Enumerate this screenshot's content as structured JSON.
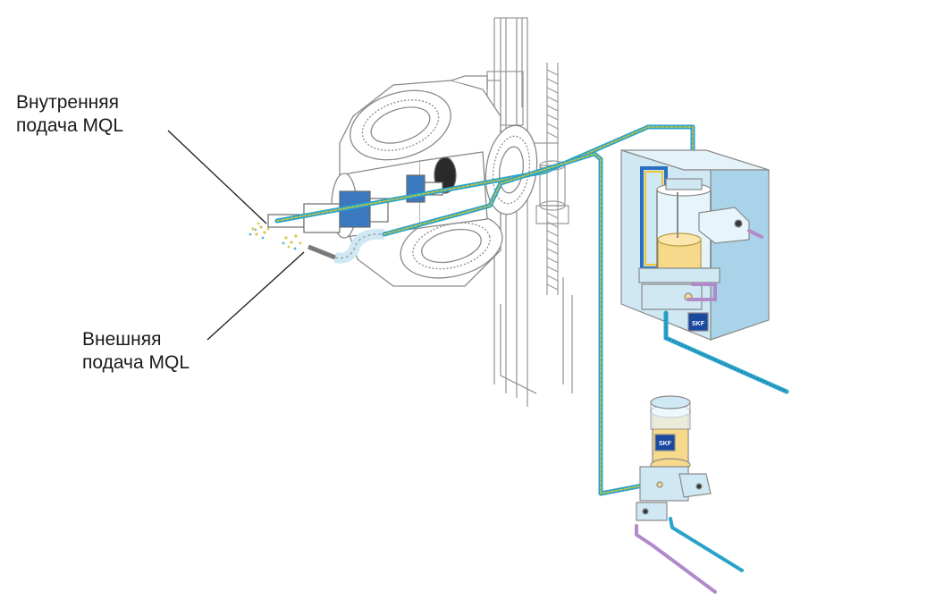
{
  "labels": {
    "internal": {
      "line1": "Внутренняя",
      "line2": "подача MQL"
    },
    "external": {
      "line1": "Внешняя",
      "line2": "подача MQL"
    }
  },
  "brand": {
    "logo_text": "SKF"
  },
  "colors": {
    "outline": "#8a8a8a",
    "housing_fill": "#cfe8f4",
    "housing_fill_dark": "#a9d3e8",
    "air_line": "#2aa3c9",
    "oil_line": "#c8c43a",
    "air_return": "#2aa3c9",
    "purple_line": "#b08ac9",
    "oil_yellow": "#f6d98a",
    "brand_blue": "#1a4aa0",
    "tool_blue": "#3a78c0"
  }
}
